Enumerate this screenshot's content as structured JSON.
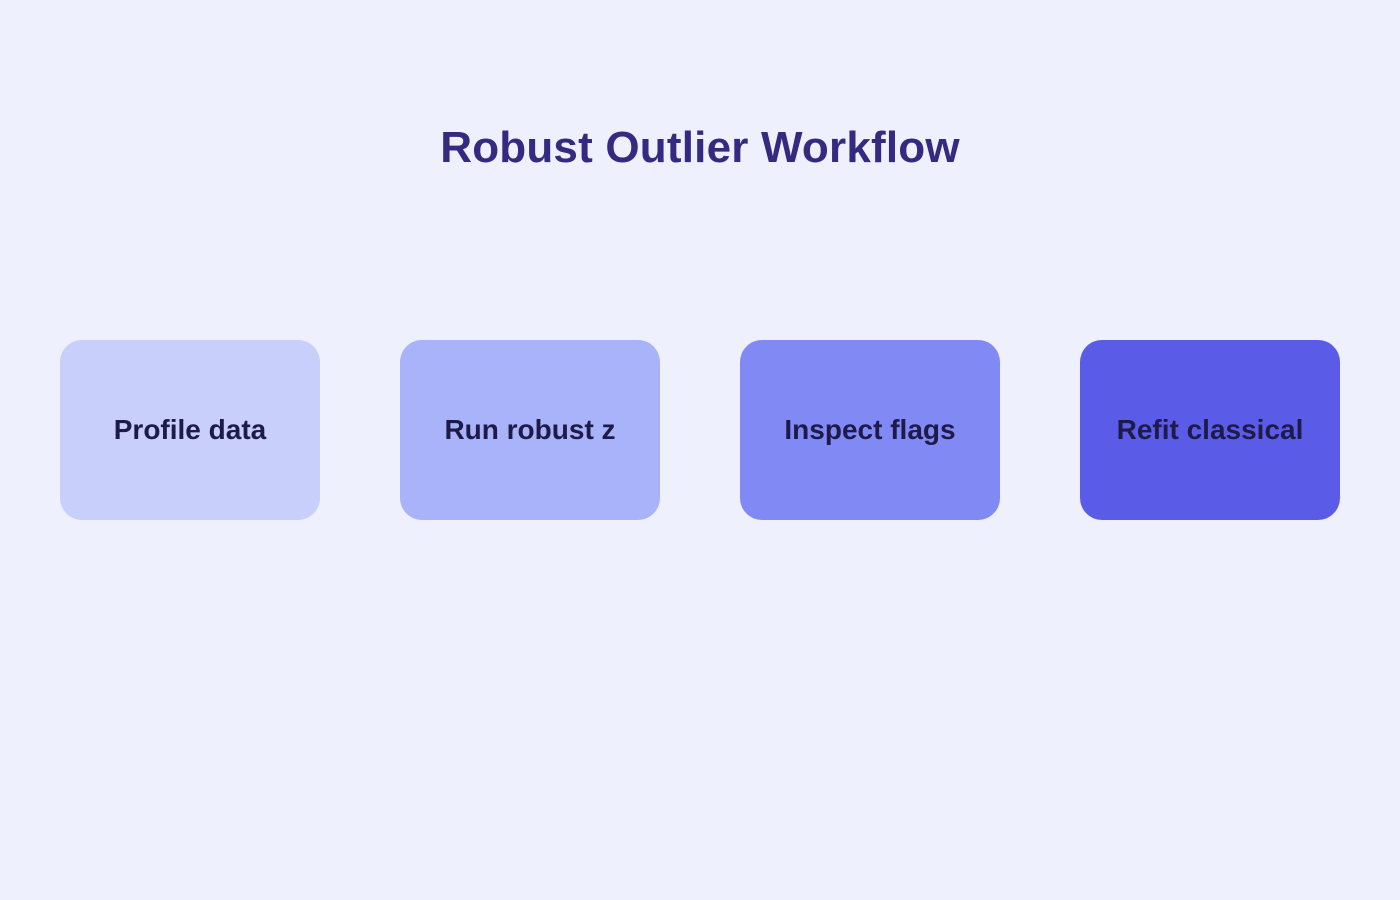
{
  "page": {
    "title": "Robust Outlier Workflow",
    "background_color": "#eef1fd",
    "title_color": "#342a80"
  },
  "flow": {
    "label_color": "#1e1b4b",
    "steps": [
      {
        "label": "Profile data",
        "color": "#c8cffb",
        "order": "1"
      },
      {
        "label": "Run robust z",
        "color": "#a8b3f9",
        "order": "2"
      },
      {
        "label": "Inspect flags",
        "color": "#8089f4",
        "order": "3"
      },
      {
        "label": "Refit classical",
        "color": "#5a5ce8",
        "order": "4"
      }
    ]
  }
}
